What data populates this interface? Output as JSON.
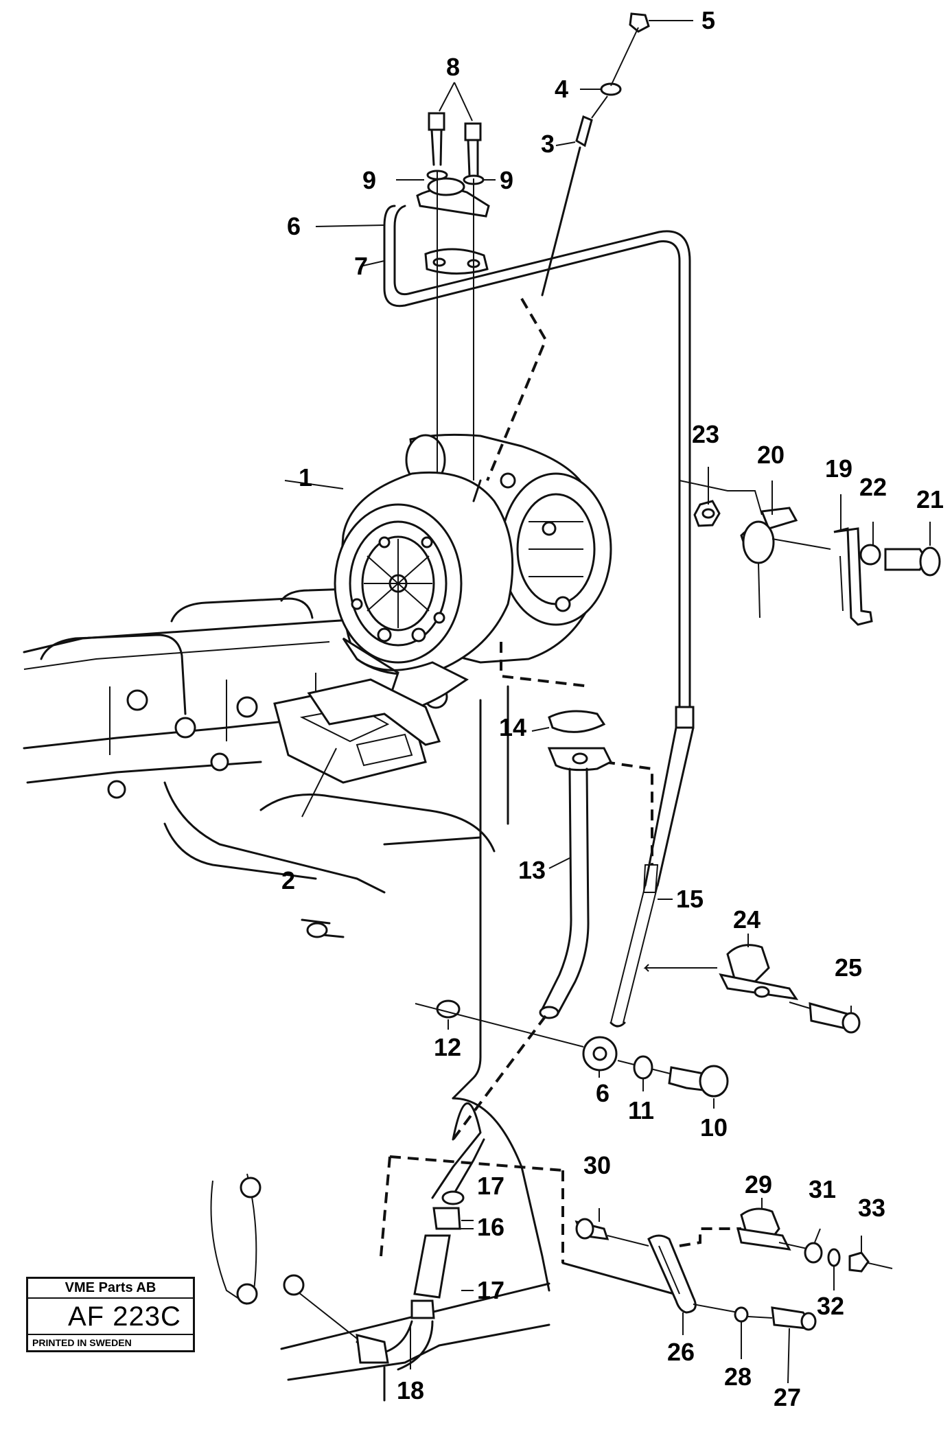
{
  "stamp": {
    "company": "VME Parts AB",
    "code": "AF 223C",
    "printed": "PRINTED IN SWEDEN"
  },
  "callouts": {
    "c1": "1",
    "c2": "2",
    "c3": "3",
    "c4": "4",
    "c5": "5",
    "c6a": "6",
    "c6b": "6",
    "c7": "7",
    "c8": "8",
    "c9a": "9",
    "c9b": "9",
    "c10": "10",
    "c11": "11",
    "c12": "12",
    "c13": "13",
    "c14": "14",
    "c15": "15",
    "c16": "16",
    "c17a": "17",
    "c17b": "17",
    "c18": "18",
    "c19": "19",
    "c20": "20",
    "c21": "21",
    "c22": "22",
    "c23": "23",
    "c24": "24",
    "c25": "25",
    "c26": "26",
    "c27": "27",
    "c28": "28",
    "c29": "29",
    "c30": "30",
    "c31": "31",
    "c32": "32",
    "c33": "33"
  }
}
